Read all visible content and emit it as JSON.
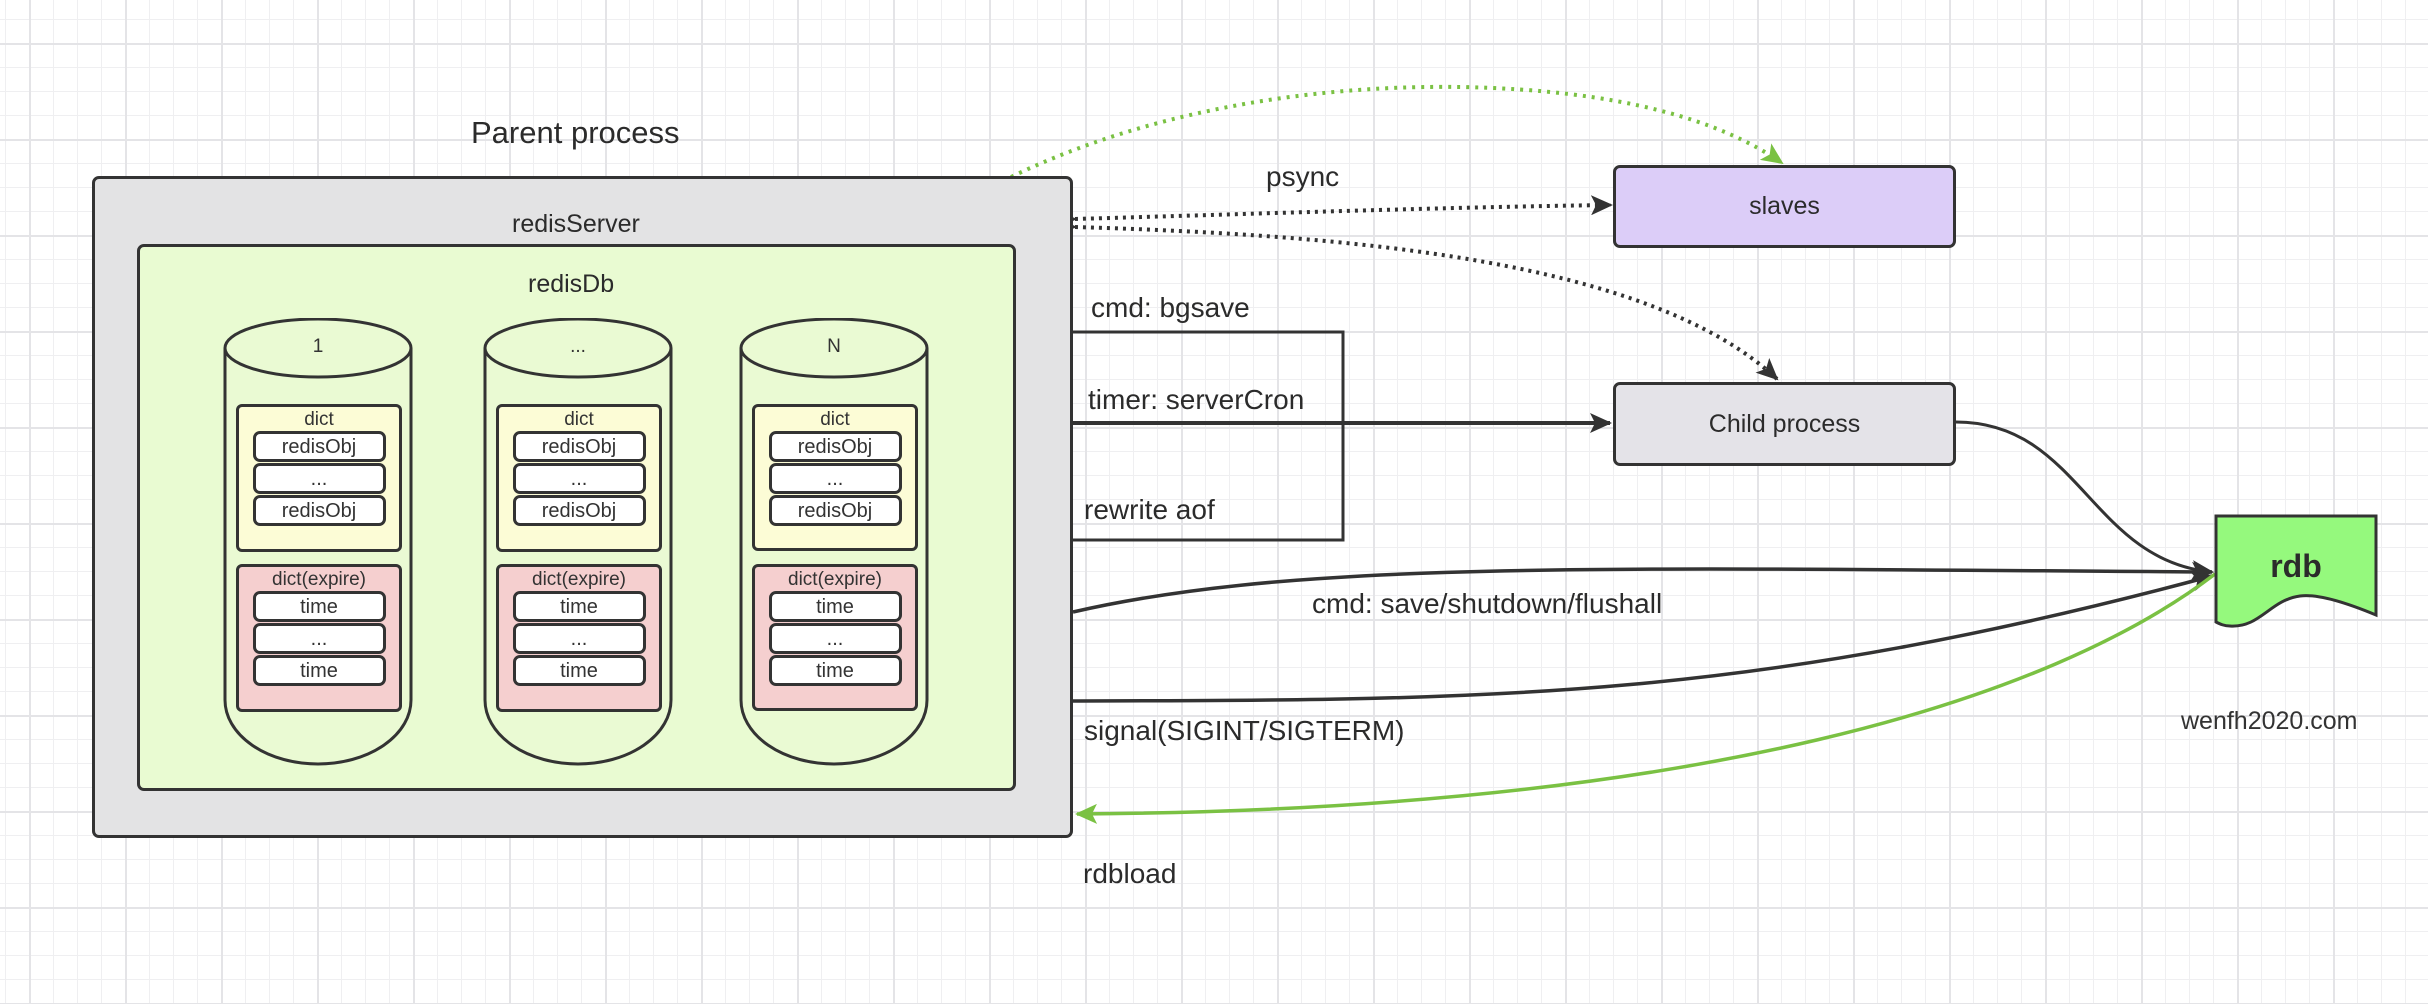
{
  "title": "Parent process",
  "parent": {
    "server_label": "redisServer",
    "db_label": "redisDb",
    "databases": [
      {
        "name": "1",
        "dict": {
          "label": "dict",
          "items": [
            "redisObj",
            "...",
            "redisObj"
          ]
        },
        "expire": {
          "label": "dict(expire)",
          "items": [
            "time",
            "...",
            "time"
          ]
        }
      },
      {
        "name": "...",
        "dict": {
          "label": "dict",
          "items": [
            "redisObj",
            "...",
            "redisObj"
          ]
        },
        "expire": {
          "label": "dict(expire)",
          "items": [
            "time",
            "...",
            "time"
          ]
        }
      },
      {
        "name": "N",
        "dict": {
          "label": "dict",
          "items": [
            "redisObj",
            "...",
            "redisObj"
          ]
        },
        "expire": {
          "label": "dict(expire)",
          "items": [
            "time",
            "...",
            "time"
          ]
        }
      }
    ]
  },
  "nodes": {
    "slaves": "slaves",
    "child": "Child process",
    "rdb": "rdb"
  },
  "edges": {
    "psync": "psync",
    "bgsave": "cmd: bgsave",
    "servercron": "timer: serverCron",
    "rewrite_aof": "rewrite aof",
    "save": "cmd: save/shutdown/flushall",
    "signal": "signal(SIGINT/SIGTERM)",
    "rdbload": "rdbload"
  },
  "watermark": "wenfh2020.com",
  "colors": {
    "stroke": "#333333",
    "green_edge": "#7ac143",
    "parent_fill": "#e3e3e4",
    "redisdb_fill": "#e9fbd2",
    "dict_fill": "#fcfcd6",
    "expire_fill": "#f5cfcf",
    "slaves_fill": "#dccdf8",
    "child_fill": "#e4e3e8",
    "rdb_fill": "#95f97d"
  }
}
